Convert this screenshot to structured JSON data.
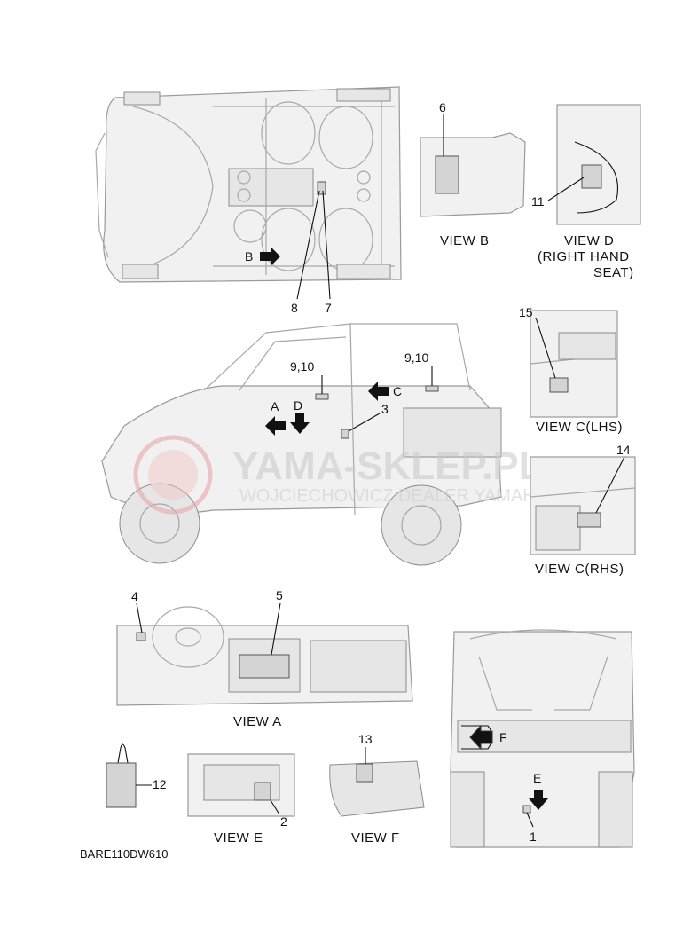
{
  "views": {
    "view_b": "VIEW B",
    "view_d_line1": "VIEW D",
    "view_d_line2": "(RIGHT HAND",
    "view_d_line3": "SEAT)",
    "view_c_lhs": "VIEW C(LHS)",
    "view_c_rhs": "VIEW C(RHS)",
    "view_a": "VIEW A",
    "view_e": "VIEW E",
    "view_f": "VIEW F"
  },
  "callouts": {
    "n1": "1",
    "n2": "2",
    "n3": "3",
    "n4": "4",
    "n5": "5",
    "n6": "6",
    "n7": "7",
    "n8": "8",
    "n9_10_front": "9,10",
    "n9_10_rear": "9,10",
    "n11": "11",
    "n12": "12",
    "n13": "13",
    "n14": "14",
    "n15": "15"
  },
  "arrow_letters": {
    "a": "A",
    "b": "B",
    "c": "C",
    "d": "D",
    "e": "E",
    "f": "F"
  },
  "watermark": {
    "brand": "YAMA-SKLEP.PL",
    "dealer": "WOJCIECHOWICZ DEALER YAMAHA"
  },
  "diagram_code": "BARE110DW610"
}
